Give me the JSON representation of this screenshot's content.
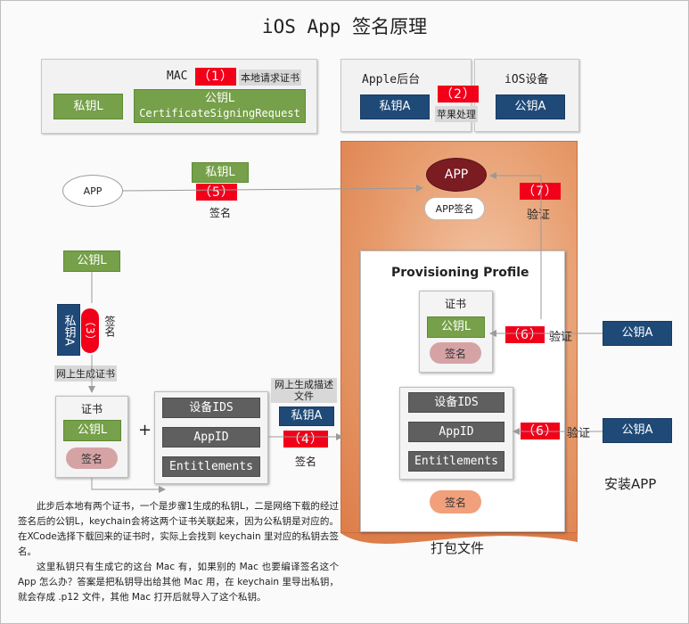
{
  "title": "iOS App 签名原理",
  "mac_panel": {
    "label": "MAC",
    "step": "（1）",
    "tag": "本地请求证书",
    "private_key": "私钥L",
    "public_key": "公钥L",
    "csr": "CertificateSigningRequest"
  },
  "apple_panel": {
    "label": "Apple后台",
    "key": "私钥A"
  },
  "ios_panel": {
    "label": "iOS设备",
    "key": "公钥A"
  },
  "step2": {
    "step": "（2）",
    "tag": "苹果处理"
  },
  "app_node": "APP",
  "app_sign_key": "私钥L",
  "step5": {
    "step": "（5）",
    "label": "签名"
  },
  "install": {
    "app": "APP",
    "app_signature": "APP签名",
    "step7": "（7）",
    "verify7": "验证",
    "footer": "打包文件",
    "install_label": "安装APP"
  },
  "step3": {
    "public_key": "公钥L",
    "private_key": "私钥A",
    "step": "（3）",
    "sign": "签名",
    "tag": "网上生成证书"
  },
  "cert_box": {
    "title": "证书",
    "public_key": "公钥L",
    "signature": "签名"
  },
  "plus": "+",
  "items": {
    "device_ids": "设备IDS",
    "app_id": "AppID",
    "entitlements": "Entitlements"
  },
  "step4": {
    "tag": "网上生成描述文件",
    "key": "私钥A",
    "step": "（4）",
    "sign": "签名"
  },
  "profile": {
    "title": "Provisioning Profile",
    "cert_title": "证书",
    "cert_key": "公钥L",
    "cert_sign": "签名",
    "device_ids": "设备IDS",
    "app_id": "AppID",
    "entitlements": "Entitlements",
    "signature": "签名"
  },
  "verify_a": {
    "step": "（6）",
    "label": "验证",
    "key": "公钥A"
  },
  "verify_b": {
    "step": "（6）",
    "label": "验证",
    "key": "公钥A"
  },
  "notes": {
    "p1": "此步后本地有两个证书，一个是步骤1生成的私钥L，二是网络下载的经过签名后的公钥L，keychain会将这两个证书关联起来，因为公私钥是对应的。在XCode选择下载回来的证书时，实际上会找到 keychain 里对应的私钥去签名。",
    "p2": "这里私钥只有生成它的这台 Mac 有，如果别的 Mac 也要编译签名这个 App 怎么办？答案是把私钥导出给其他 Mac 用，在 keychain 里导出私钥，就会存成 .p12 文件，其他 Mac 打开后就导入了这个私钥。"
  },
  "colors": {
    "green": "#76a049",
    "navy": "#1f4a78",
    "red": "#f2001a",
    "gray": "#5f5f5f",
    "pink": "#d6a3a5",
    "orange": "#e2885c",
    "maroon": "#7a1c22"
  }
}
